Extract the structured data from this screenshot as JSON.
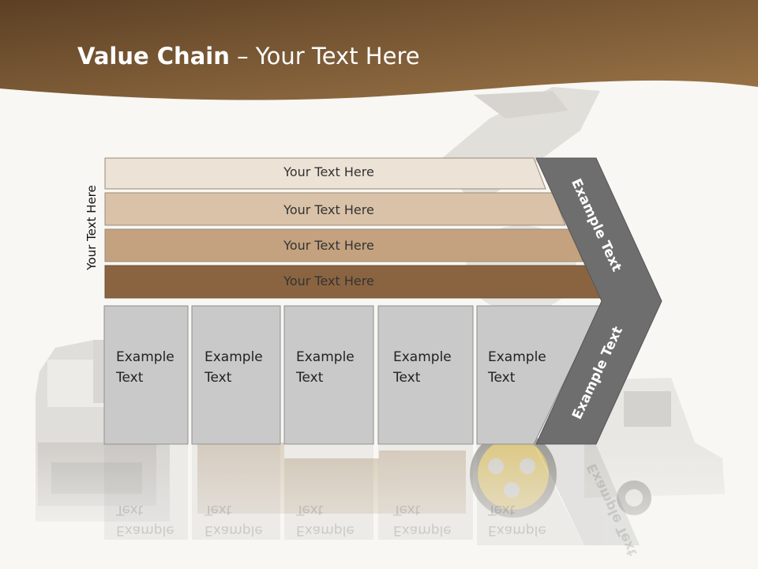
{
  "slide": {
    "title_bold": "Value Chain",
    "title_rest": " – Your Text Here",
    "side_label": "Your Text Here"
  },
  "bars": [
    {
      "label": "Your Text Here",
      "color": "#ece2d6"
    },
    {
      "label": "Your Text Here",
      "color": "#d9c2a8"
    },
    {
      "label": "Your Text Here",
      "color": "#c4a27f"
    },
    {
      "label": "Your Text Here",
      "color": "#8a6440"
    }
  ],
  "boxes": [
    {
      "line1": "Example",
      "line2": "Text"
    },
    {
      "line1": "Example",
      "line2": "Text"
    },
    {
      "line1": "Example",
      "line2": "Text"
    },
    {
      "line1": "Example",
      "line2": "Text"
    },
    {
      "line1": "Example",
      "line2": "Text"
    }
  ],
  "chevron": {
    "upper_label": "Example Text",
    "lower_label": "Example Text"
  },
  "colors": {
    "header_dark": "#5c4024",
    "header_light": "#9c7548",
    "box_fill": "#c9c9c9",
    "chevron_fill": "#6e6e6e"
  }
}
